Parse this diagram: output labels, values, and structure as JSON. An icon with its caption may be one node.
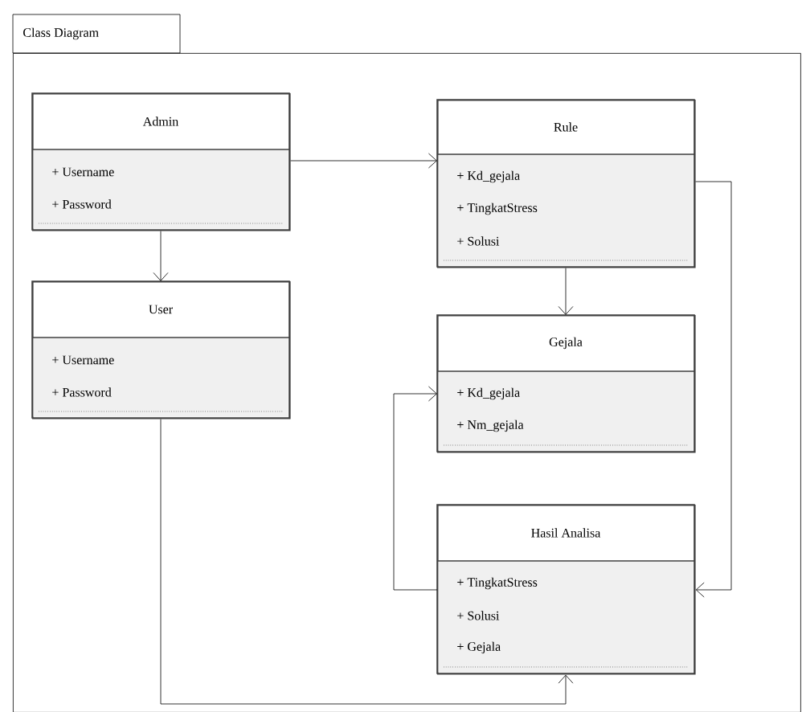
{
  "diagram": {
    "nodes": [
      {
        "text": [
          "Class Diagram"
        ]
      },
      {
        "text": [
          "Admin",
          "+ Username",
          "+ Password"
        ],
        "in": 0
      },
      {
        "text": [
          "User",
          "+ Username",
          "+ Password"
        ],
        "in": 0
      },
      {
        "text": [
          "Rule",
          "+ Kd_gejala",
          "+ TingkatStress",
          "+ Solusi"
        ],
        "in": 0
      },
      {
        "text": [
          "Gejala",
          "+ Kd_gejala",
          "+ Nm_gejala"
        ],
        "in": 0
      },
      {
        "text": [
          "Hasil Analisa",
          "+ TingkatStress",
          "+ Solusi",
          "+ Gejala"
        ],
        "in": 0
      }
    ],
    "edges": [
      {
        "from": 1,
        "to": 2,
        "arrow": "to"
      },
      {
        "from": 1,
        "to": 3,
        "arrow": "to"
      },
      {
        "from": 3,
        "to": 4,
        "arrow": "to"
      },
      {
        "from": 3,
        "to": 5,
        "arrow": "to"
      },
      {
        "from": 5,
        "to": 4,
        "arrow": "to"
      },
      {
        "from": 2,
        "to": 5,
        "arrow": "to"
      }
    ]
  }
}
